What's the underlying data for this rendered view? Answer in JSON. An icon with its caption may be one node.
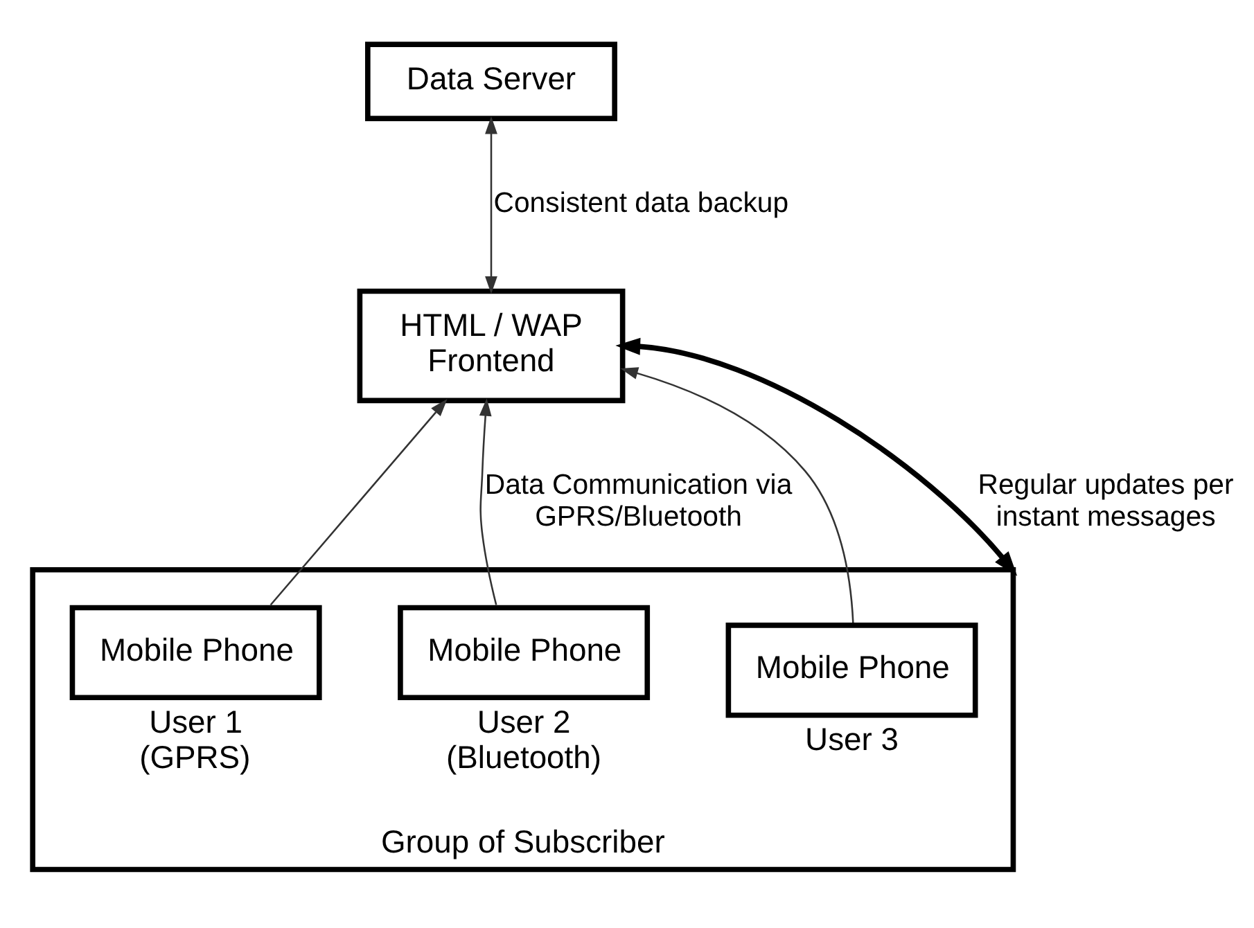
{
  "diagram": {
    "nodes": [
      {
        "text": [
          "Data Server"
        ]
      },
      {
        "text": [
          "HTML / WAP Frontend"
        ]
      },
      {
        "text": [
          "Group of Subscriber"
        ]
      },
      {
        "text": [
          "Mobile Phone"
        ],
        "in": 2,
        "beside": [
          "User 1 (GPRS)"
        ]
      },
      {
        "text": [
          "Mobile Phone"
        ],
        "in": 2,
        "beside": [
          "User 2 (Bluetooth)"
        ]
      },
      {
        "text": [
          "Mobile Phone"
        ],
        "in": 2,
        "beside": [
          "User 3"
        ]
      }
    ],
    "edges": [
      {
        "from": 0,
        "to": 1,
        "arrow": "both",
        "label": "Consistent data backup"
      },
      {
        "from": 3,
        "to": 1,
        "arrow": "to"
      },
      {
        "from": 4,
        "to": 1,
        "arrow": "to",
        "label": "Data Communication via GPRS/Bluetooth"
      },
      {
        "from": 5,
        "to": 1,
        "arrow": "to"
      },
      {
        "from": 1,
        "to": 2,
        "arrow": "both",
        "label": "Regular updates per instant messages",
        "style": "thick"
      }
    ]
  }
}
